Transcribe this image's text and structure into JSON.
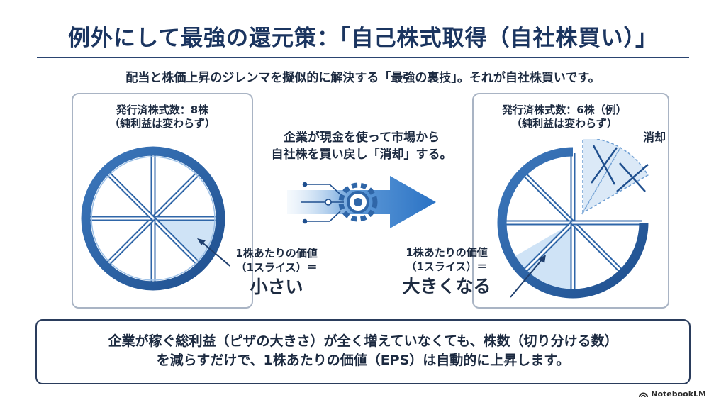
{
  "title": "例外にして最強の還元策：「自己株式取得（自社株買い）」",
  "subtitle": "配当と株価上昇のジレンマを擬似的に解決する「最強の裏技」。それが自社株買いです。",
  "left_panel": {
    "caption_1": "発行済株式数：8株",
    "caption_2": "（純利益は変わらず）",
    "slices": 8,
    "value_label_1": "1株あたりの価値",
    "value_label_2": "（1スライス）＝",
    "value_label_big": "小さい"
  },
  "middle": {
    "line_1": "企業が現金を使って市場から",
    "line_2": "自社株を買い戻し「消却」する。"
  },
  "right_panel": {
    "caption_1": "発行済株式数：6株（例）",
    "caption_2": "（純利益は変わらず）",
    "slices_remaining": 6,
    "slices_removed": 2,
    "removed_label": "消却",
    "value_label_1": "1株あたりの価値",
    "value_label_2": "（1スライス）＝",
    "value_label_big": "大きくなる"
  },
  "bottom": {
    "line_1": "企業が稼ぐ総利益（ピザの大きさ）が全く増えていなくても、株数（切り分ける数）",
    "line_2": "を減らすだけで、1株あたりの価値（EPS）は自動的に上昇します。"
  },
  "footer": {
    "brand": "NotebookLM"
  },
  "colors": {
    "navy": "#1b3560",
    "ring": "#2f66a8",
    "highlight": "#cfe3f6",
    "border": "#a9b4c4"
  }
}
